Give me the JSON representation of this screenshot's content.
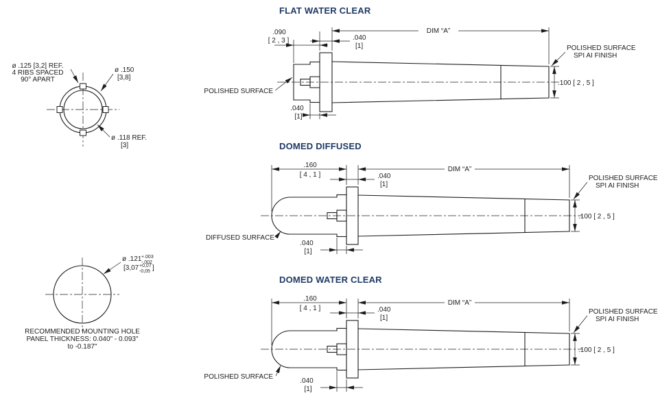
{
  "colors": {
    "line": "#1c1c1c",
    "title": "#1e3a66",
    "background": "#ffffff"
  },
  "views": {
    "flat": {
      "title": "FLAT WATER CLEAR"
    },
    "domed_diffused": {
      "title": "DOMED DIFFUSED"
    },
    "domed_clear": {
      "title": "DOMED WATER CLEAR"
    }
  },
  "dims": {
    "head_len_flat": ".090",
    "head_len_flat_mm": "[ 2 , 3 ]",
    "head_len_domed": ".160",
    "head_len_domed_mm": "[ 4 , 1 ]",
    "flange_thk": ".040",
    "flange_thk_mm": "[1]",
    "dim_a": "DIM “A”",
    "tip_dia": ".100 [ 2 , 5 ]"
  },
  "labels": {
    "polished_surface": "POLISHED SURFACE",
    "diffused_surface": "DIFFUSED SURFACE",
    "spi_line1": "POLISHED SURFACE",
    "spi_line2": "SPI AI FINISH"
  },
  "front_view": {
    "rib_note_l1": "ø .125 [3,2] REF.",
    "rib_note_l2": "4 RIBS SPACED",
    "rib_note_l3": "90° APART",
    "outer_dia": "ø .150",
    "outer_dia_mm": "[3,8]",
    "bore_dia": "ø .118 REF.",
    "bore_dia_mm": "[3]"
  },
  "mounting_hole": {
    "dia": "ø .121",
    "tol_plus": "+.003",
    "tol_minus": "-.002",
    "dia_mm": "[3,07",
    "mm_tol_plus": "+0,07",
    "mm_tol_minus": "-0,05",
    "bracket_close": "]",
    "note_l1": "RECOMMENDED MOUNTING HOLE",
    "note_l2": "PANEL THICKNESS: 0.040\" - 0.093\"",
    "note_l3": "to -0.187\""
  }
}
